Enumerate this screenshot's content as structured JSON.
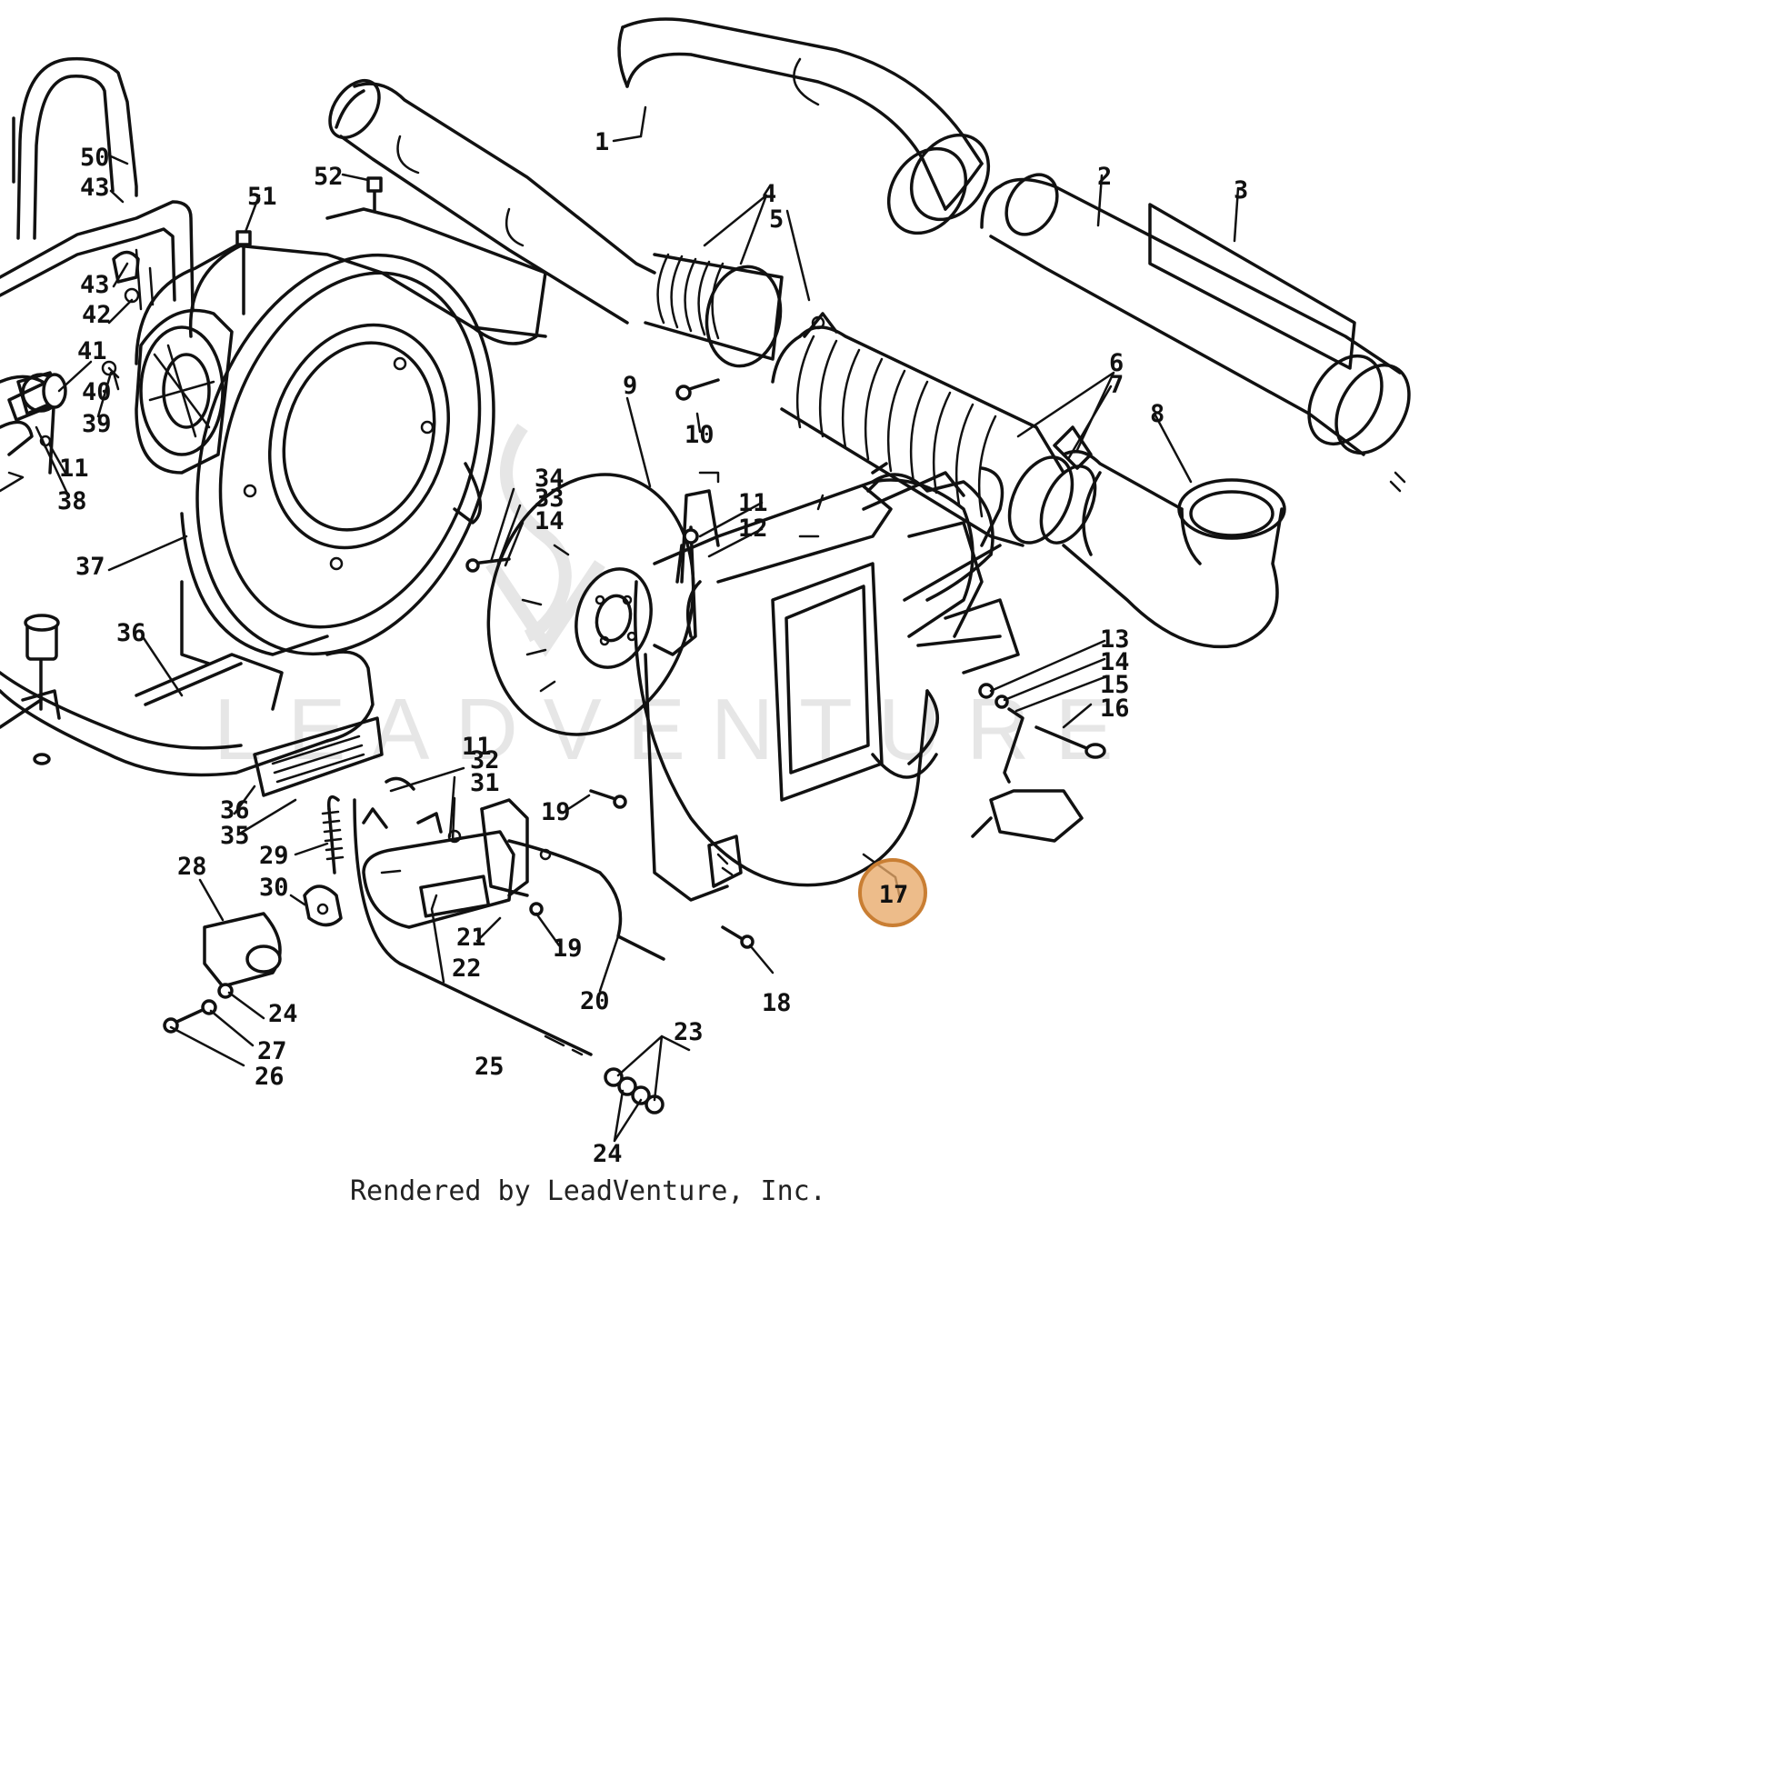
{
  "watermark": "LEADVENTURE",
  "footer": "Rendered by LeadVenture, Inc.",
  "callouts": [
    {
      "id": "c1",
      "text": "1"
    },
    {
      "id": "c2",
      "text": "2"
    },
    {
      "id": "c3",
      "text": "3"
    },
    {
      "id": "c4",
      "text": "4"
    },
    {
      "id": "c5",
      "text": "5"
    },
    {
      "id": "c6",
      "text": "6"
    },
    {
      "id": "c7",
      "text": "7"
    },
    {
      "id": "c8",
      "text": "8"
    },
    {
      "id": "c9",
      "text": "9"
    },
    {
      "id": "c10",
      "text": "10"
    },
    {
      "id": "c11a",
      "text": "11"
    },
    {
      "id": "c12",
      "text": "12"
    },
    {
      "id": "c13",
      "text": "13"
    },
    {
      "id": "c14a",
      "text": "14"
    },
    {
      "id": "c15",
      "text": "15"
    },
    {
      "id": "c16",
      "text": "16"
    },
    {
      "id": "c17",
      "text": "17"
    },
    {
      "id": "c18",
      "text": "18"
    },
    {
      "id": "c19a",
      "text": "19"
    },
    {
      "id": "c19b",
      "text": "19"
    },
    {
      "id": "c20",
      "text": "20"
    },
    {
      "id": "c21",
      "text": "21"
    },
    {
      "id": "c22",
      "text": "22"
    },
    {
      "id": "c23",
      "text": "23"
    },
    {
      "id": "c24a",
      "text": "24"
    },
    {
      "id": "c24b",
      "text": "24"
    },
    {
      "id": "c25",
      "text": "25"
    },
    {
      "id": "c26",
      "text": "26"
    },
    {
      "id": "c27",
      "text": "27"
    },
    {
      "id": "c28",
      "text": "28"
    },
    {
      "id": "c29",
      "text": "29"
    },
    {
      "id": "c30",
      "text": "30"
    },
    {
      "id": "c31",
      "text": "31"
    },
    {
      "id": "c32",
      "text": "32"
    },
    {
      "id": "c33",
      "text": "33"
    },
    {
      "id": "c34",
      "text": "34"
    },
    {
      "id": "c14b",
      "text": "14"
    },
    {
      "id": "c35",
      "text": "35"
    },
    {
      "id": "c36a",
      "text": "36"
    },
    {
      "id": "c36b",
      "text": "36"
    },
    {
      "id": "c37",
      "text": "37"
    },
    {
      "id": "c38",
      "text": "38"
    },
    {
      "id": "c11b",
      "text": "11"
    },
    {
      "id": "c39",
      "text": "39"
    },
    {
      "id": "c40",
      "text": "40"
    },
    {
      "id": "c41",
      "text": "41"
    },
    {
      "id": "c42",
      "text": "42"
    },
    {
      "id": "c43a",
      "text": "43"
    },
    {
      "id": "c43b",
      "text": "43"
    },
    {
      "id": "c50",
      "text": "50"
    },
    {
      "id": "c51",
      "text": "51"
    },
    {
      "id": "c52",
      "text": "52"
    },
    {
      "id": "c11c",
      "text": "11"
    }
  ],
  "highlight": {
    "text": "17",
    "color": "#e8a969"
  }
}
